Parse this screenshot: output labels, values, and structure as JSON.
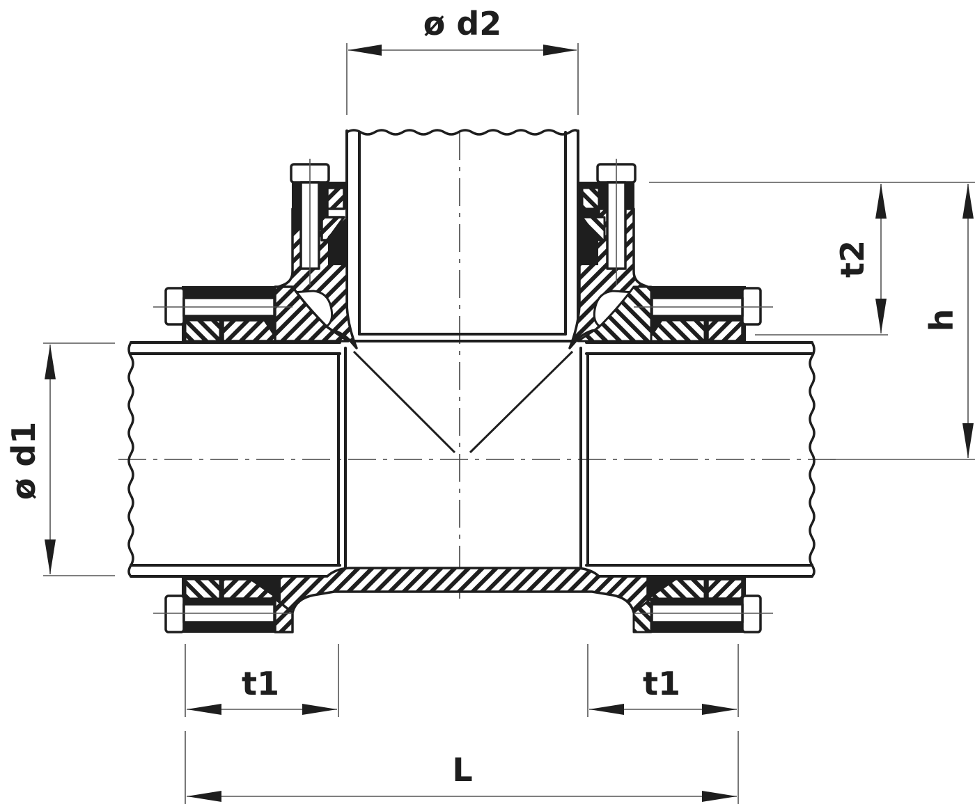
{
  "drawing": {
    "title": "Electrofusion tee with flanged bolt-clamp sockets (section view)",
    "colors": {
      "line": "#1e1e1e",
      "dimension": "#555555",
      "background": "#ffffff"
    },
    "dimensions": {
      "branch_diameter": {
        "label": "ø d2",
        "orientation": "horizontal",
        "position": "top"
      },
      "main_diameter": {
        "label": "ø d1",
        "orientation": "vertical",
        "position": "left"
      },
      "branch_insertion_depth": {
        "label": "t2",
        "orientation": "vertical",
        "position": "right"
      },
      "height": {
        "label": "h",
        "orientation": "vertical",
        "position": "far-right"
      },
      "insertion_depth_left": {
        "label": "t1",
        "orientation": "horizontal",
        "position": "bottom-left"
      },
      "insertion_depth_right": {
        "label": "t1",
        "orientation": "horizontal",
        "position": "bottom-right"
      },
      "overall_length": {
        "label": "L",
        "orientation": "horizontal",
        "position": "bottom"
      }
    },
    "components": [
      "main-pipe-left",
      "main-pipe-right",
      "branch-pipe",
      "tee-body",
      "clamp-bolt-branch-left",
      "clamp-bolt-branch-right",
      "clamp-bolt-main-top-left",
      "clamp-bolt-main-top-right",
      "clamp-bolt-main-bottom-left",
      "clamp-bolt-main-bottom-right",
      "seal-rings"
    ]
  }
}
